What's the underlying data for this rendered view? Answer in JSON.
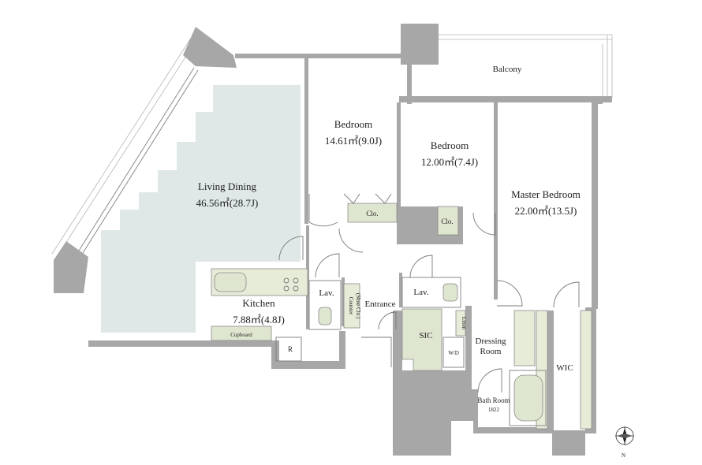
{
  "rooms": {
    "living_dining": {
      "name": "Living Dining",
      "area": "46.56㎡(28.7J)"
    },
    "bedroom_1": {
      "name": "Bedroom",
      "area": "14.61㎡(9.0J)"
    },
    "bedroom_2": {
      "name": "Bedroom",
      "area": "12.00㎡(7.4J)"
    },
    "master_bedroom": {
      "name": "Master Bedroom",
      "area": "22.00㎡(13.5J)"
    },
    "kitchen": {
      "name": "Kitchen",
      "area": "7.88㎡(4.8J)"
    },
    "balcony": {
      "name": "Balcony"
    },
    "entrance": {
      "name": "Entrance"
    },
    "lav_1": {
      "name": "Lav."
    },
    "lav_2": {
      "name": "Lav."
    },
    "sic": {
      "name": "SIC"
    },
    "dressing_room": {
      "name_line1": "Dressing",
      "name_line2": "Room"
    },
    "wic": {
      "name": "WIC"
    },
    "bath_room": {
      "name": "Bath Room",
      "size": "1822"
    },
    "wd": {
      "name": "W/D"
    },
    "linen": {
      "name": "Linen"
    },
    "clo_1": {
      "name": "Clo."
    },
    "clo_2": {
      "name": "Clo."
    },
    "counter": {
      "name": "Counter",
      "sub": "(Shoe Clo.)"
    },
    "cupboard": {
      "name": "Cupboard"
    },
    "refrigerator": {
      "name": "R"
    }
  },
  "compass": {
    "label": "N"
  },
  "colors": {
    "wall": "#a7a7a7",
    "living_zone": "#dfe7e7",
    "fixture": "#dfe6cf"
  }
}
